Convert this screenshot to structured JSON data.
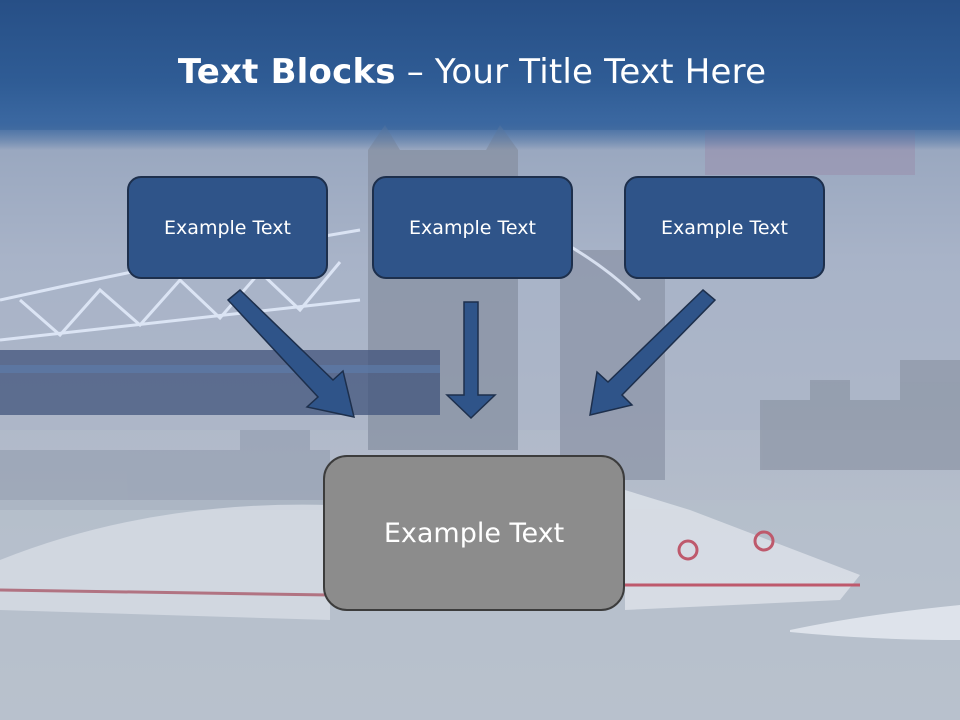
{
  "slide": {
    "title_bold": "Text Blocks",
    "title_rest": " – Your Title Text Here",
    "blocks": [
      {
        "label": "Example Text"
      },
      {
        "label": "Example Text"
      },
      {
        "label": "Example Text"
      }
    ],
    "target_block": {
      "label": "Example Text"
    },
    "colors": {
      "header": "#2f5c95",
      "block_fill": "#2f5489",
      "block_border": "#1d2f4c",
      "target_fill": "#8c8c8c",
      "arrow_fill": "#2f5489"
    }
  }
}
